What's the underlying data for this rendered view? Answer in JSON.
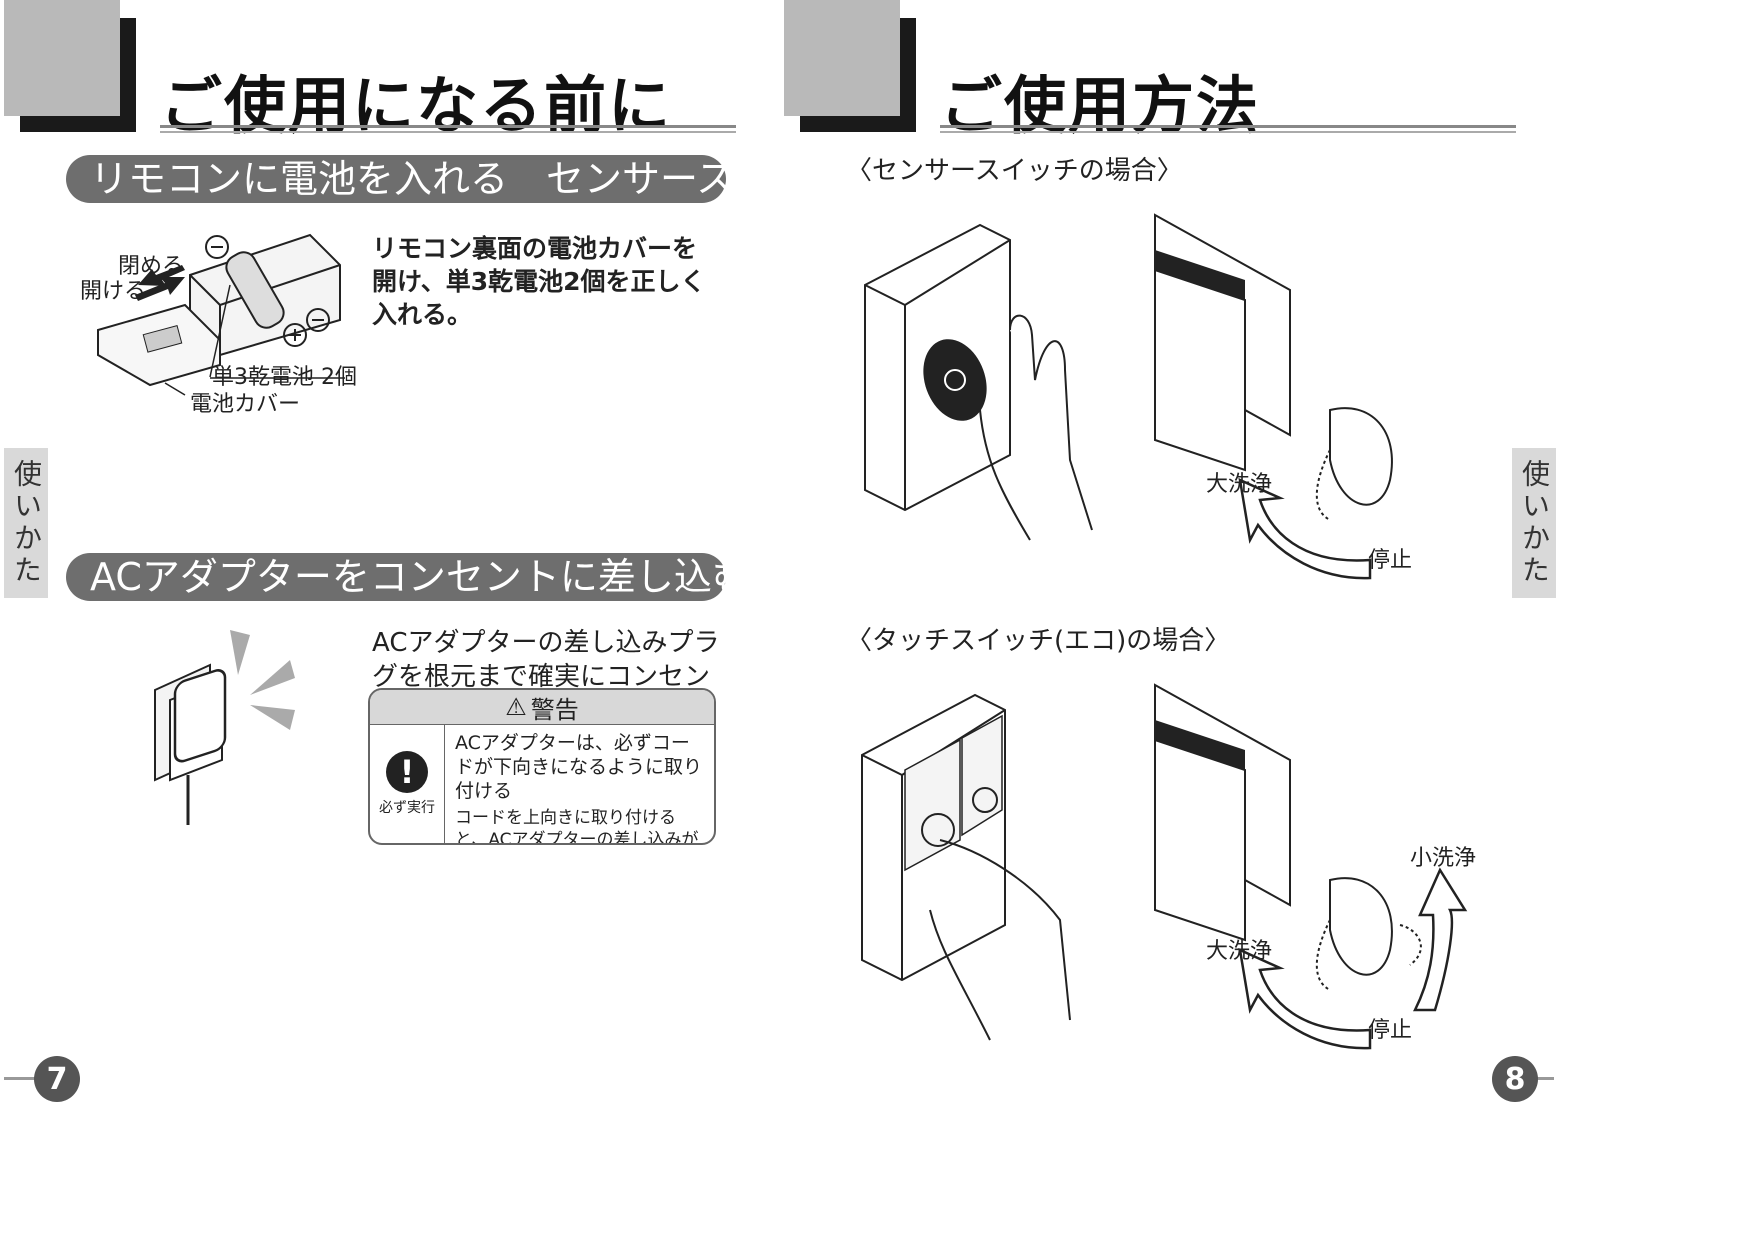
{
  "left_page": {
    "title": "ご使用になる前に",
    "section1": {
      "heading": "リモコンに電池を入れる　センサースイッチのみ",
      "text": "リモコン裏面の電池カバーを開け、単3乾電池2個を正しく入れる。",
      "labels": {
        "close": "閉める",
        "open": "開ける",
        "battery": "単3乾電池 2個",
        "cover": "電池カバー"
      }
    },
    "section2": {
      "heading": "ACアダプターをコンセントに差し込む",
      "text": "ACアダプターの差し込みプラグを根元まで確実にコンセントに差し込む。",
      "warning": {
        "header": "警告",
        "icon_label": "必ず実行",
        "title": "ACアダプターは、必ずコードが下向きになるように取り付ける",
        "detail": "コードを上向きに取り付けると、ACアダプターの差し込みがあまくなり、感電の原因になります。"
      }
    },
    "side_tab": "使いかた",
    "page_number": "7"
  },
  "right_page": {
    "title": "ご使用方法",
    "sensor_case": {
      "heading": "〈センサースイッチの場合〉",
      "big_flush": "大洗浄",
      "stop": "停止"
    },
    "touch_case": {
      "heading": "〈タッチスイッチ(エコ)の場合〉",
      "big_flush": "大洗浄",
      "small_flush": "小洗浄",
      "stop": "停止"
    },
    "side_tab": "使いかた",
    "page_number": "8"
  }
}
